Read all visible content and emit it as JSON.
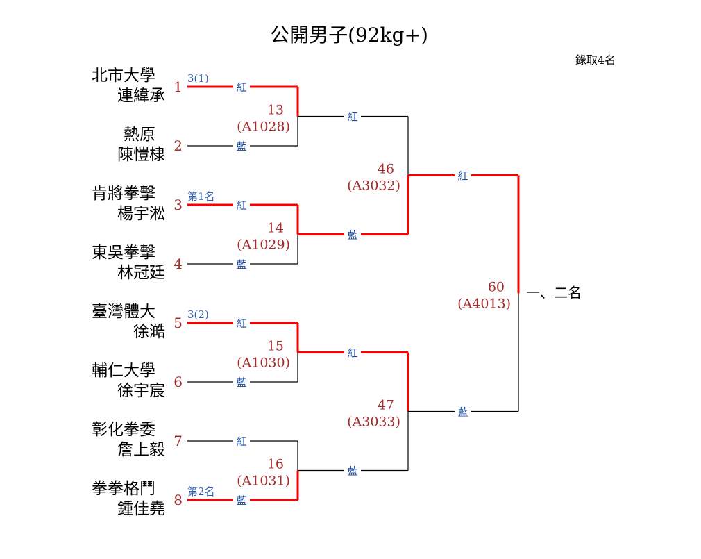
{
  "title": "公開男子(92kg+)",
  "quota": "錄取4名",
  "colors": {
    "winner_line": "#ff0000",
    "line": "#000000",
    "seed": "#a52a2a",
    "corner": "#1f4fa0",
    "match": "#a52a2a"
  },
  "corner_labels": {
    "red": "紅",
    "blue": "藍"
  },
  "entrants": [
    {
      "seed": "1",
      "team": "北市大學",
      "name": "連緯承",
      "result": "3(1)"
    },
    {
      "seed": "2",
      "team": "熱原",
      "name": "陳愷棣",
      "result": ""
    },
    {
      "seed": "3",
      "team": "肯將拳擊",
      "name": "楊宇淞",
      "result": "第1名"
    },
    {
      "seed": "4",
      "team": "東吳拳擊",
      "name": "林冠廷",
      "result": ""
    },
    {
      "seed": "5",
      "team": "臺灣體大",
      "name": "徐澔",
      "result": "3(2)"
    },
    {
      "seed": "6",
      "team": "輔仁大學",
      "name": "徐宇宸",
      "result": ""
    },
    {
      "seed": "7",
      "team": "彰化拳委",
      "name": "詹上毅",
      "result": ""
    },
    {
      "seed": "8",
      "team": "拳拳格鬥",
      "name": "鍾佳堯",
      "result": "第2名"
    }
  ],
  "round1": [
    {
      "no": "13",
      "code": "(A1028)",
      "winner": "red"
    },
    {
      "no": "14",
      "code": "(A1029)",
      "winner": "red"
    },
    {
      "no": "15",
      "code": "(A1030)",
      "winner": "red"
    },
    {
      "no": "16",
      "code": "(A1031)",
      "winner": "blue"
    }
  ],
  "round2": [
    {
      "no": "46",
      "code": "(A3032)",
      "winner": "blue"
    },
    {
      "no": "47",
      "code": "(A3033)",
      "winner": "red"
    }
  ],
  "final": {
    "no": "60",
    "code": "(A4013)",
    "winner": "red",
    "label": "一、二名"
  }
}
